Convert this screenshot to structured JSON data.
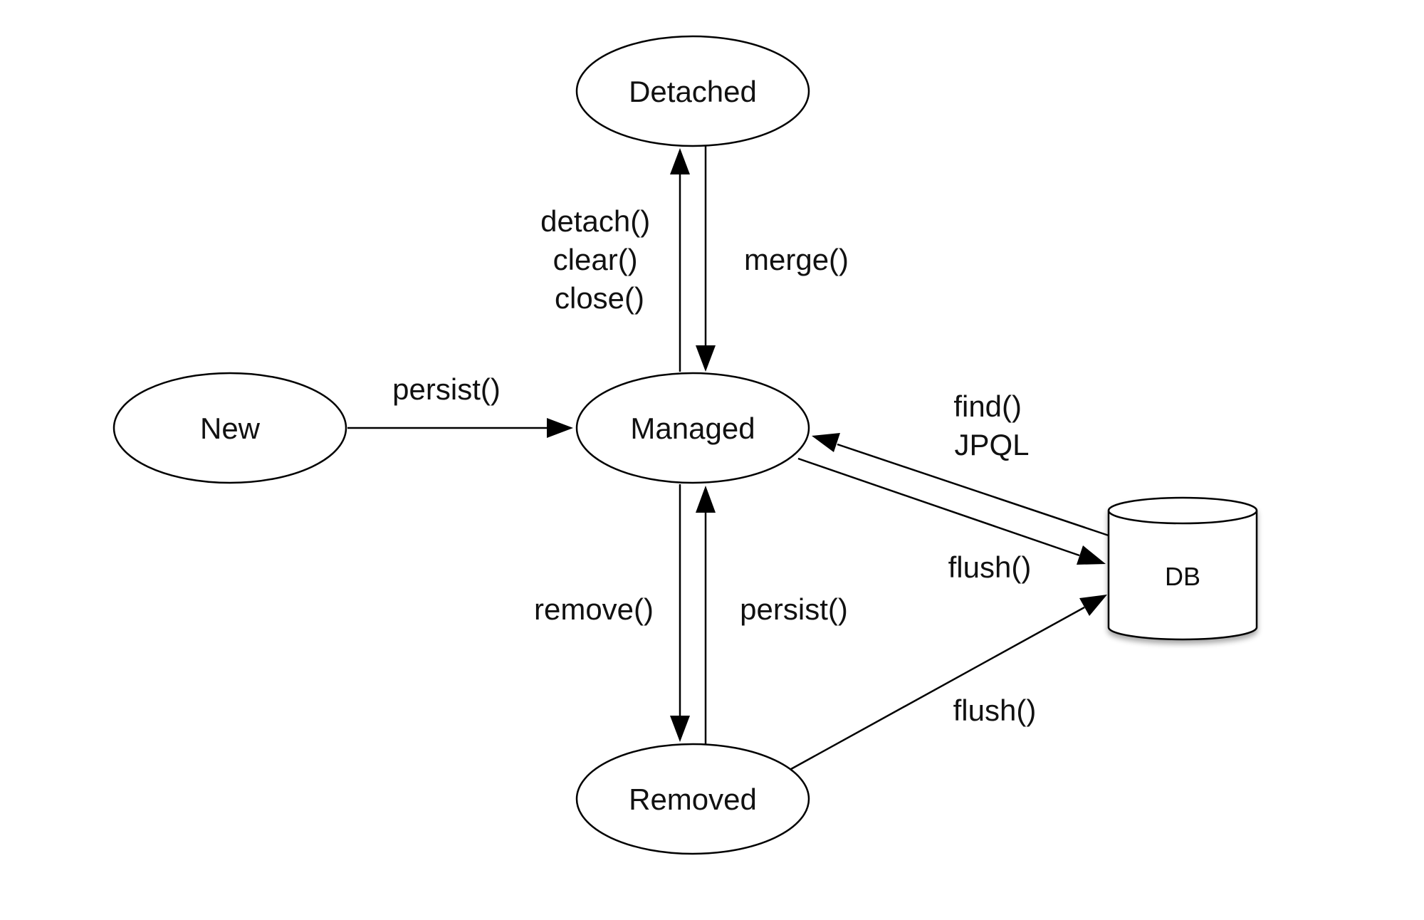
{
  "diagram": {
    "nodes": {
      "detached": "Detached",
      "new": "New",
      "managed": "Managed",
      "removed": "Removed",
      "db": "DB"
    },
    "edges": {
      "detach": [
        "detach()",
        "clear()",
        "close()"
      ],
      "merge": "merge()",
      "persist_new": "persist()",
      "find": [
        "find()",
        "JPQL"
      ],
      "flush_managed": "flush()",
      "remove": "remove()",
      "persist_removed": "persist()",
      "flush_removed": "flush()"
    }
  }
}
